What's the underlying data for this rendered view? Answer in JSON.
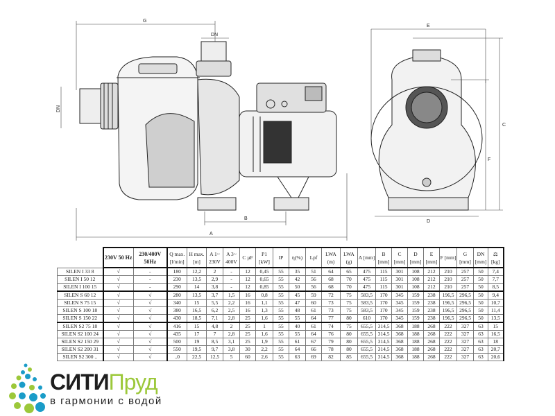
{
  "drawing": {
    "labels": {
      "G": "G",
      "DN_top": "DN",
      "DN_side": "DN",
      "B": "B",
      "A": "A",
      "E": "E",
      "C": "C",
      "F": "F",
      "D": "D"
    }
  },
  "table": {
    "headers": [
      "230V 50 Hz",
      "230/400V 50Hz",
      "Q max. [l/min]",
      "H max. [m]",
      "A 1~ 230V",
      "A 3~ 400V",
      "C µF",
      "P1 [kW]",
      "IP",
      "η(%)",
      "Lpf",
      "LWA (m)",
      "LWA (g)",
      "A [mm]",
      "B [mm]",
      "C [mm]",
      "D [mm]",
      "E [mm]",
      "F [mm]",
      "G [mm]",
      "DN [mm]",
      "⚖ [kg]"
    ],
    "rows": [
      [
        "SILEN I 33 8",
        "√",
        "-",
        "180",
        "12,2",
        "2",
        "-",
        "12",
        "0,45",
        "55",
        "35",
        "51",
        "64",
        "65",
        "475",
        "115",
        "301",
        "108",
        "212",
        "210",
        "257",
        "50",
        "7,4"
      ],
      [
        "SILEN I 50 12",
        "√",
        "-",
        "230",
        "13,5",
        "2,9",
        "-",
        "12",
        "0,65",
        "55",
        "42",
        "56",
        "68",
        "70",
        "475",
        "115",
        "301",
        "108",
        "212",
        "210",
        "257",
        "50",
        "7,7"
      ],
      [
        "SILEN I 100 15",
        "√",
        "-",
        "290",
        "14",
        "3,8",
        "-",
        "12",
        "0,85",
        "55",
        "50",
        "56",
        "68",
        "70",
        "475",
        "115",
        "301",
        "108",
        "212",
        "210",
        "257",
        "50",
        "8,5"
      ],
      [
        "SILEN S 60 12",
        "√",
        "√",
        "280",
        "13,5",
        "3,7",
        "1,5",
        "16",
        "0,8",
        "55",
        "45",
        "59",
        "72",
        "75",
        "583,5",
        "170",
        "345",
        "159",
        "238",
        "196,5",
        "296,5",
        "50",
        "9,4"
      ],
      [
        "SILEN S 75 15",
        "√",
        "√",
        "340",
        "15",
        "5,5",
        "2,2",
        "16",
        "1,1",
        "55",
        "47",
        "60",
        "73",
        "75",
        "583,5",
        "170",
        "345",
        "159",
        "238",
        "196,5",
        "296,5",
        "50",
        "10,7"
      ],
      [
        "SILEN S 100 18",
        "√",
        "√",
        "380",
        "16,5",
        "6,2",
        "2,5",
        "16",
        "1,3",
        "55",
        "48",
        "61",
        "73",
        "75",
        "583,5",
        "170",
        "345",
        "159",
        "238",
        "196,5",
        "296,5",
        "50",
        "11,4"
      ],
      [
        "SILEN S 150 22",
        "√",
        "√",
        "430",
        "18,5",
        "7,1",
        "2,8",
        "25",
        "1,6",
        "55",
        "55",
        "64",
        "77",
        "80",
        "610",
        "170",
        "345",
        "159",
        "238",
        "196,5",
        "296,5",
        "50",
        "13,5"
      ],
      [
        "SILEN S2 75 18",
        "√",
        "√",
        "416",
        "15",
        "4,8",
        "2",
        "25",
        "1",
        "55",
        "40",
        "61",
        "74",
        "75",
        "655,5",
        "314,5",
        "368",
        "188",
        "268",
        "222",
        "327",
        "63",
        "15"
      ],
      [
        "SILEN S2 100 24",
        "√",
        "√",
        "435",
        "17",
        "7",
        "2,8",
        "25",
        "1,6",
        "55",
        "55",
        "64",
        "76",
        "80",
        "655,5",
        "314,5",
        "368",
        "188",
        "268",
        "222",
        "327",
        "63",
        "16,5"
      ],
      [
        "SILEN S2 150 29",
        "√",
        "√",
        "500",
        "19",
        "8,5",
        "3,1",
        "25",
        "1,9",
        "55",
        "61",
        "67",
        "79",
        "80",
        "655,5",
        "314,5",
        "368",
        "188",
        "268",
        "222",
        "327",
        "63",
        "18"
      ],
      [
        "SILEN S2 200 31",
        "√",
        "√",
        "550",
        "19,5",
        "9,7",
        "3,8",
        "30",
        "2,2",
        "55",
        "64",
        "66",
        "78",
        "80",
        "655,5",
        "314,5",
        "368",
        "188",
        "268",
        "222",
        "327",
        "63",
        "20,7"
      ],
      [
        "SILEN S2 300 ..",
        "√",
        "√",
        "..0",
        "22,5",
        "12,5",
        "5",
        "60",
        "2,6",
        "55",
        "63",
        "69",
        "82",
        "85",
        "655,5",
        "314,5",
        "368",
        "188",
        "268",
        "222",
        "327",
        "63",
        "20,6"
      ]
    ]
  },
  "logo": {
    "brand_part1": "СИТИ",
    "brand_part2": "Пруд",
    "slogan": "в гармонии с водой"
  },
  "colors": {
    "brand_green": "#9cc83a",
    "brand_blue": "#1a9cc8",
    "brand_dark": "#1e1e1e"
  }
}
